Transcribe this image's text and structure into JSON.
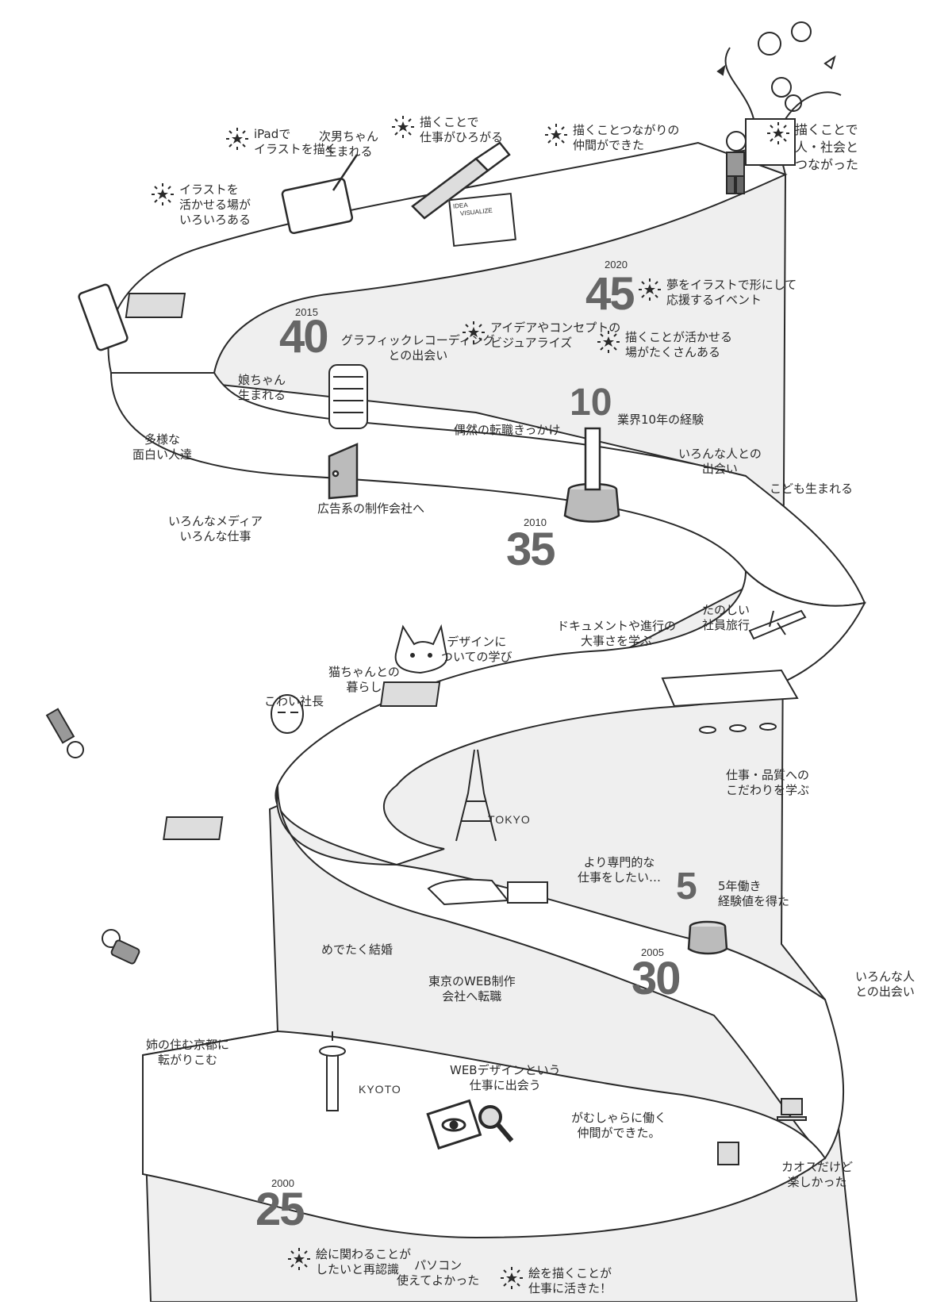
{
  "title": "描くことで人・社会とつながった career timeline illustration",
  "colors": {
    "road_side": "#efefef",
    "road_top": "#ffffff",
    "line": "#2a2a2a",
    "age_number": "#666666",
    "figure_fill": "#8a8a8a"
  },
  "milestones": [
    {
      "age": "25",
      "year": "2000"
    },
    {
      "age": "30",
      "year": "2005"
    },
    {
      "age": "35",
      "year": "2010"
    },
    {
      "age": "40",
      "year": "2015"
    },
    {
      "age": "45",
      "year": "2020"
    }
  ],
  "counters": {
    "five": "5",
    "ten": "10"
  },
  "places": {
    "kyoto": "KYOTO",
    "tokyo": "TOKYO"
  },
  "sign": {
    "line1": "IDEA",
    "line2": "VISUALIZE"
  },
  "highlights": {
    "connected_society": "描くことで\n人・社会と\nつながった",
    "drawing_friends": "描くことつながりの\n仲間ができた",
    "drawing_expands_work": "描くことで\n仕事がひろがる",
    "ipad_illustration": "iPadで\nイラストを描く",
    "illustration_places": "イラストを\n活かせる場が\nいろいろある",
    "dream_event": "夢をイラストで形にして\n応援するイベント",
    "idea_visualize": "アイデアやコンセプトの\nビジュアライズ",
    "many_places": "描くことが活かせる\n場がたくさんある",
    "want_drawing": "絵に関わることが\nしたいと再認識",
    "drawing_in_work": "絵を描くことが\n仕事に活きた！"
  },
  "labels": {
    "second_son": "次男ちゃん\n生まれる",
    "graphic_recording": "グラフィックレコーディング\nとの出会い",
    "daughter": "娘ちゃん\n生まれる",
    "diverse_people": "多様な\n面白い人達",
    "various_media": "いろんなメディア\nいろんな仕事",
    "ad_company": "広告系の制作会社へ",
    "accidental_change": "偶然の転職きっかけ",
    "ten_years": "業界10年の経験",
    "meet_people_top": "いろんな人との\n出会い",
    "child_born": "こども生まれる",
    "company_trip": "たのしい\n社員旅行",
    "documents": "ドキュメントや進行の\n大事さを学ぶ",
    "design_learning": "デザインに\nついての学び",
    "cat_life": "猫ちゃんとの\n暮らし",
    "scary_boss": "こわい社長",
    "quality": "仕事・品質への\nこだわりを学ぶ",
    "specialized": "より専門的な\n仕事をしたい…",
    "five_years": "5年働き\n経験値を得た",
    "marriage": "めでたく結婚",
    "tokyo_web": "東京のWEB制作\n会社へ転職",
    "meet_people_bottom": "いろんな人\nとの出会い",
    "kyoto_sister": "姉の住む京都に\n転がりこむ",
    "web_design": "WEBデザインという\n仕事に出会う",
    "hard_working": "がむしゃらに働く\n仲間ができた。",
    "chaos_fun": "カオスだけど\n楽しかった",
    "pc_useful": "パソコン\n使えてよかった"
  }
}
